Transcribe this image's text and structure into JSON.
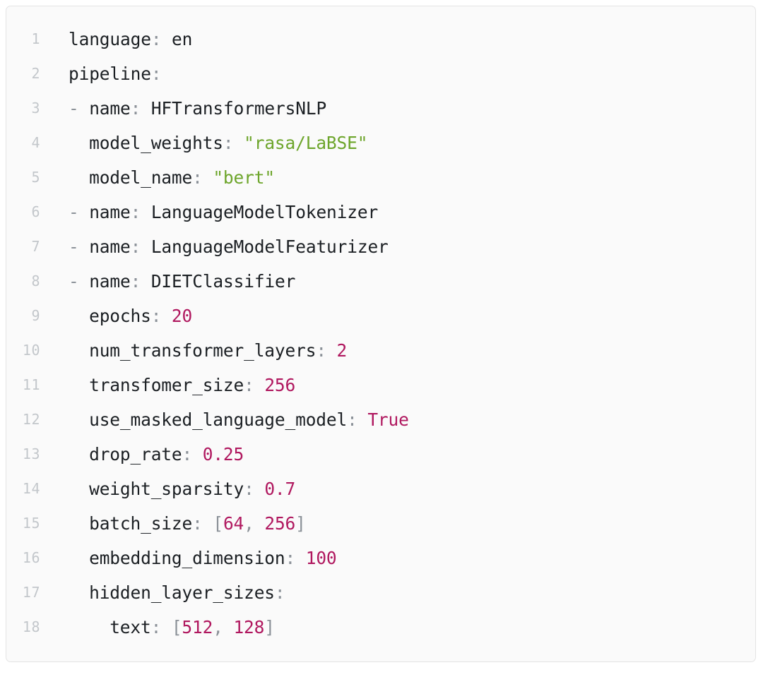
{
  "editor": {
    "language_mode": "yaml",
    "colors": {
      "background": "#fafafa",
      "border": "#e4e4e4",
      "page": "#ffffff",
      "line_number": "#c3c7cb",
      "text": "#1b1f23",
      "punctuation": "#8b9198",
      "string": "#6da52b",
      "number": "#b0185f",
      "boolean": "#b0185f"
    },
    "first_line_number": 1,
    "total_lines": 18,
    "lines": [
      {
        "number": "1",
        "indent": 0,
        "text": "language: en",
        "tokens": [
          {
            "t": "language",
            "c": "key"
          },
          {
            "t": ":",
            "c": "punct"
          },
          {
            "t": " en",
            "c": "plain"
          }
        ]
      },
      {
        "number": "2",
        "indent": 0,
        "text": "pipeline:",
        "tokens": [
          {
            "t": "pipeline",
            "c": "key"
          },
          {
            "t": ":",
            "c": "punct"
          }
        ]
      },
      {
        "number": "3",
        "indent": 0,
        "text": "- name: HFTransformersNLP",
        "tokens": [
          {
            "t": "-",
            "c": "dash"
          },
          {
            "t": " name",
            "c": "key"
          },
          {
            "t": ":",
            "c": "punct"
          },
          {
            "t": " HFTransformersNLP",
            "c": "plain"
          }
        ]
      },
      {
        "number": "4",
        "indent": 2,
        "text": "model_weights: \"rasa/LaBSE\"",
        "tokens": [
          {
            "t": "model_weights",
            "c": "key"
          },
          {
            "t": ":",
            "c": "punct"
          },
          {
            "t": " ",
            "c": "plain"
          },
          {
            "t": "\"rasa/LaBSE\"",
            "c": "string"
          }
        ]
      },
      {
        "number": "5",
        "indent": 2,
        "text": "model_name: \"bert\"",
        "tokens": [
          {
            "t": "model_name",
            "c": "key"
          },
          {
            "t": ":",
            "c": "punct"
          },
          {
            "t": " ",
            "c": "plain"
          },
          {
            "t": "\"bert\"",
            "c": "string"
          }
        ]
      },
      {
        "number": "6",
        "indent": 0,
        "text": "- name: LanguageModelTokenizer",
        "tokens": [
          {
            "t": "-",
            "c": "dash"
          },
          {
            "t": " name",
            "c": "key"
          },
          {
            "t": ":",
            "c": "punct"
          },
          {
            "t": " LanguageModelTokenizer",
            "c": "plain"
          }
        ]
      },
      {
        "number": "7",
        "indent": 0,
        "text": "- name: LanguageModelFeaturizer",
        "tokens": [
          {
            "t": "-",
            "c": "dash"
          },
          {
            "t": " name",
            "c": "key"
          },
          {
            "t": ":",
            "c": "punct"
          },
          {
            "t": " LanguageModelFeaturizer",
            "c": "plain"
          }
        ]
      },
      {
        "number": "8",
        "indent": 0,
        "text": "- name: DIETClassifier",
        "tokens": [
          {
            "t": "-",
            "c": "dash"
          },
          {
            "t": " name",
            "c": "key"
          },
          {
            "t": ":",
            "c": "punct"
          },
          {
            "t": " DIETClassifier",
            "c": "plain"
          }
        ]
      },
      {
        "number": "9",
        "indent": 2,
        "text": "epochs: 20",
        "tokens": [
          {
            "t": "epochs",
            "c": "key"
          },
          {
            "t": ":",
            "c": "punct"
          },
          {
            "t": " ",
            "c": "plain"
          },
          {
            "t": "20",
            "c": "number"
          }
        ]
      },
      {
        "number": "10",
        "indent": 2,
        "text": "num_transformer_layers: 2",
        "tokens": [
          {
            "t": "num_transformer_layers",
            "c": "key"
          },
          {
            "t": ":",
            "c": "punct"
          },
          {
            "t": " ",
            "c": "plain"
          },
          {
            "t": "2",
            "c": "number"
          }
        ]
      },
      {
        "number": "11",
        "indent": 2,
        "text": "transfomer_size: 256",
        "tokens": [
          {
            "t": "transfomer_size",
            "c": "key"
          },
          {
            "t": ":",
            "c": "punct"
          },
          {
            "t": " ",
            "c": "plain"
          },
          {
            "t": "256",
            "c": "number"
          }
        ]
      },
      {
        "number": "12",
        "indent": 2,
        "text": "use_masked_language_model: True",
        "tokens": [
          {
            "t": "use_masked_language_model",
            "c": "key"
          },
          {
            "t": ":",
            "c": "punct"
          },
          {
            "t": " ",
            "c": "plain"
          },
          {
            "t": "True",
            "c": "bool"
          }
        ]
      },
      {
        "number": "13",
        "indent": 2,
        "text": "drop_rate: 0.25",
        "tokens": [
          {
            "t": "drop_rate",
            "c": "key"
          },
          {
            "t": ":",
            "c": "punct"
          },
          {
            "t": " ",
            "c": "plain"
          },
          {
            "t": "0.25",
            "c": "number"
          }
        ]
      },
      {
        "number": "14",
        "indent": 2,
        "text": "weight_sparsity: 0.7",
        "tokens": [
          {
            "t": "weight_sparsity",
            "c": "key"
          },
          {
            "t": ":",
            "c": "punct"
          },
          {
            "t": " ",
            "c": "plain"
          },
          {
            "t": "0.7",
            "c": "number"
          }
        ]
      },
      {
        "number": "15",
        "indent": 2,
        "text": "batch_size: [64, 256]",
        "tokens": [
          {
            "t": "batch_size",
            "c": "key"
          },
          {
            "t": ":",
            "c": "punct"
          },
          {
            "t": " ",
            "c": "plain"
          },
          {
            "t": "[",
            "c": "bracket"
          },
          {
            "t": "64",
            "c": "number"
          },
          {
            "t": ", ",
            "c": "bracket"
          },
          {
            "t": "256",
            "c": "number"
          },
          {
            "t": "]",
            "c": "bracket"
          }
        ]
      },
      {
        "number": "16",
        "indent": 2,
        "text": "embedding_dimension: 100",
        "tokens": [
          {
            "t": "embedding_dimension",
            "c": "key"
          },
          {
            "t": ":",
            "c": "punct"
          },
          {
            "t": " ",
            "c": "plain"
          },
          {
            "t": "100",
            "c": "number"
          }
        ]
      },
      {
        "number": "17",
        "indent": 2,
        "text": "hidden_layer_sizes:",
        "tokens": [
          {
            "t": "hidden_layer_sizes",
            "c": "key"
          },
          {
            "t": ":",
            "c": "punct"
          }
        ]
      },
      {
        "number": "18",
        "indent": 4,
        "text": "text: [512, 128]",
        "tokens": [
          {
            "t": "text",
            "c": "key"
          },
          {
            "t": ":",
            "c": "punct"
          },
          {
            "t": " ",
            "c": "plain"
          },
          {
            "t": "[",
            "c": "bracket"
          },
          {
            "t": "512",
            "c": "number"
          },
          {
            "t": ", ",
            "c": "bracket"
          },
          {
            "t": "128",
            "c": "number"
          },
          {
            "t": "]",
            "c": "bracket"
          }
        ]
      }
    ]
  }
}
